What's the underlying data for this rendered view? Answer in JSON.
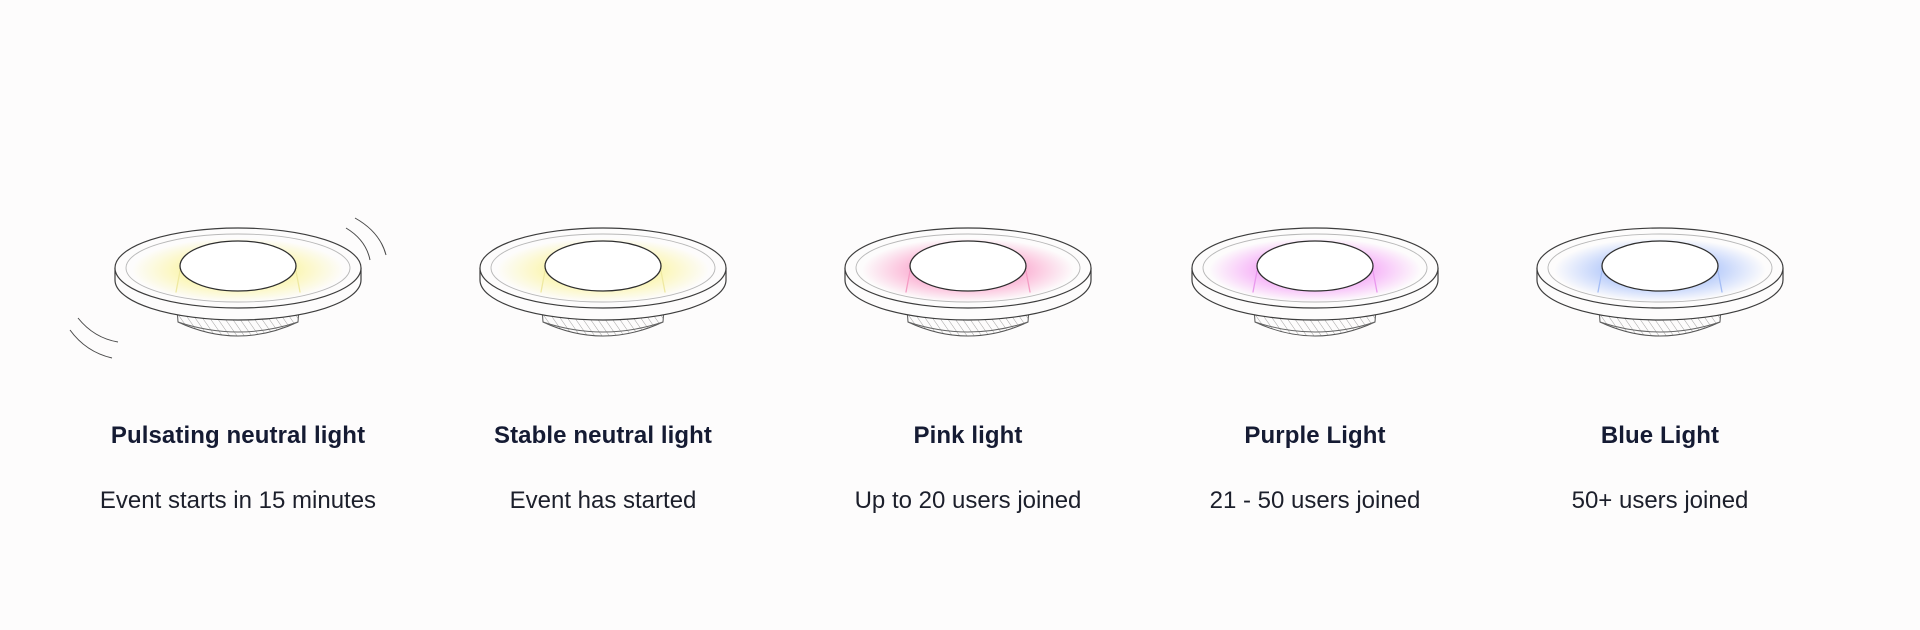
{
  "states": [
    {
      "title": "Pulsating neutral light",
      "caption": "Event starts in 15 minutes",
      "glow_color": "#fbf6b4",
      "rim_color": "#efe9a0",
      "pulsating": true,
      "icon": "pulsating-lamp-icon"
    },
    {
      "title": "Stable neutral light",
      "caption": "Event has started",
      "glow_color": "#fbf6b4",
      "rim_color": "#efe9a0",
      "pulsating": false,
      "icon": "stable-lamp-icon"
    },
    {
      "title": "Pink light",
      "caption": "Up to 20 users joined",
      "glow_color": "#fbb6d6",
      "rim_color": "#f59cc4",
      "pulsating": false,
      "icon": "pink-lamp-icon"
    },
    {
      "title": "Purple Light",
      "caption": "21 - 50 users joined",
      "glow_color": "#f6b4f8",
      "rim_color": "#ea98ee",
      "pulsating": false,
      "icon": "purple-lamp-icon"
    },
    {
      "title": "Blue Light",
      "caption": "50+ users joined",
      "glow_color": "#bccffb",
      "rim_color": "#a4bdf5",
      "pulsating": false,
      "icon": "blue-lamp-icon"
    }
  ]
}
